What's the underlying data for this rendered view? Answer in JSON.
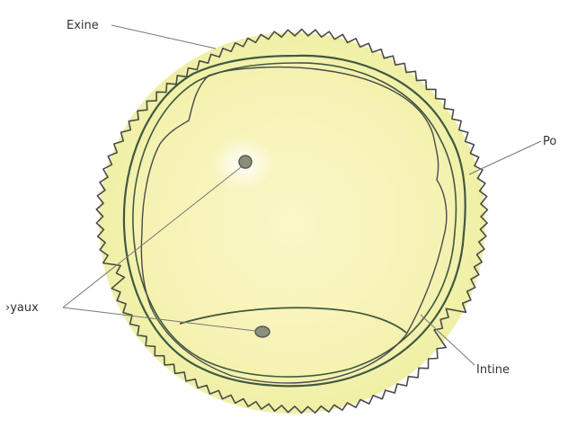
{
  "labels": {
    "exine": "Exine",
    "pore": "Po",
    "noyaux": "›yaux",
    "intine": "Intine"
  },
  "colors": {
    "outline": "#4a4a4a",
    "membrane": "#3f5a3f",
    "fill_center": "#fbf7c8",
    "fill_edge": "#eef1a6",
    "leader": "#777777"
  }
}
